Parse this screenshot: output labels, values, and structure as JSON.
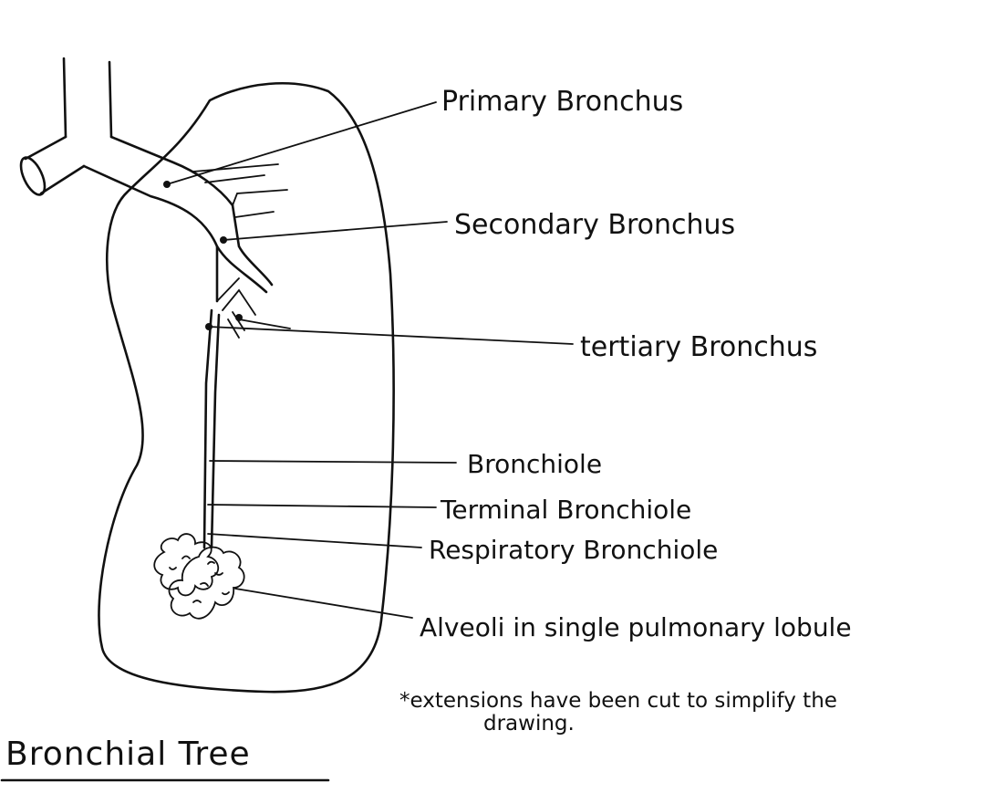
{
  "diagram": {
    "title": "Bronchial Tree",
    "labels": {
      "primary": "Primary Bronchus",
      "secondary": "Secondary Bronchus",
      "tertiary": "tertiary Bronchus",
      "bronchiole": "Bronchiole",
      "terminal": "Terminal Bronchiole",
      "respiratory": "Respiratory Bronchiole",
      "alveoli": "Alveoli in single pulmonary lobule"
    },
    "footnote": {
      "line1": "*extensions have been cut to simplify the",
      "line2": "drawing."
    }
  }
}
